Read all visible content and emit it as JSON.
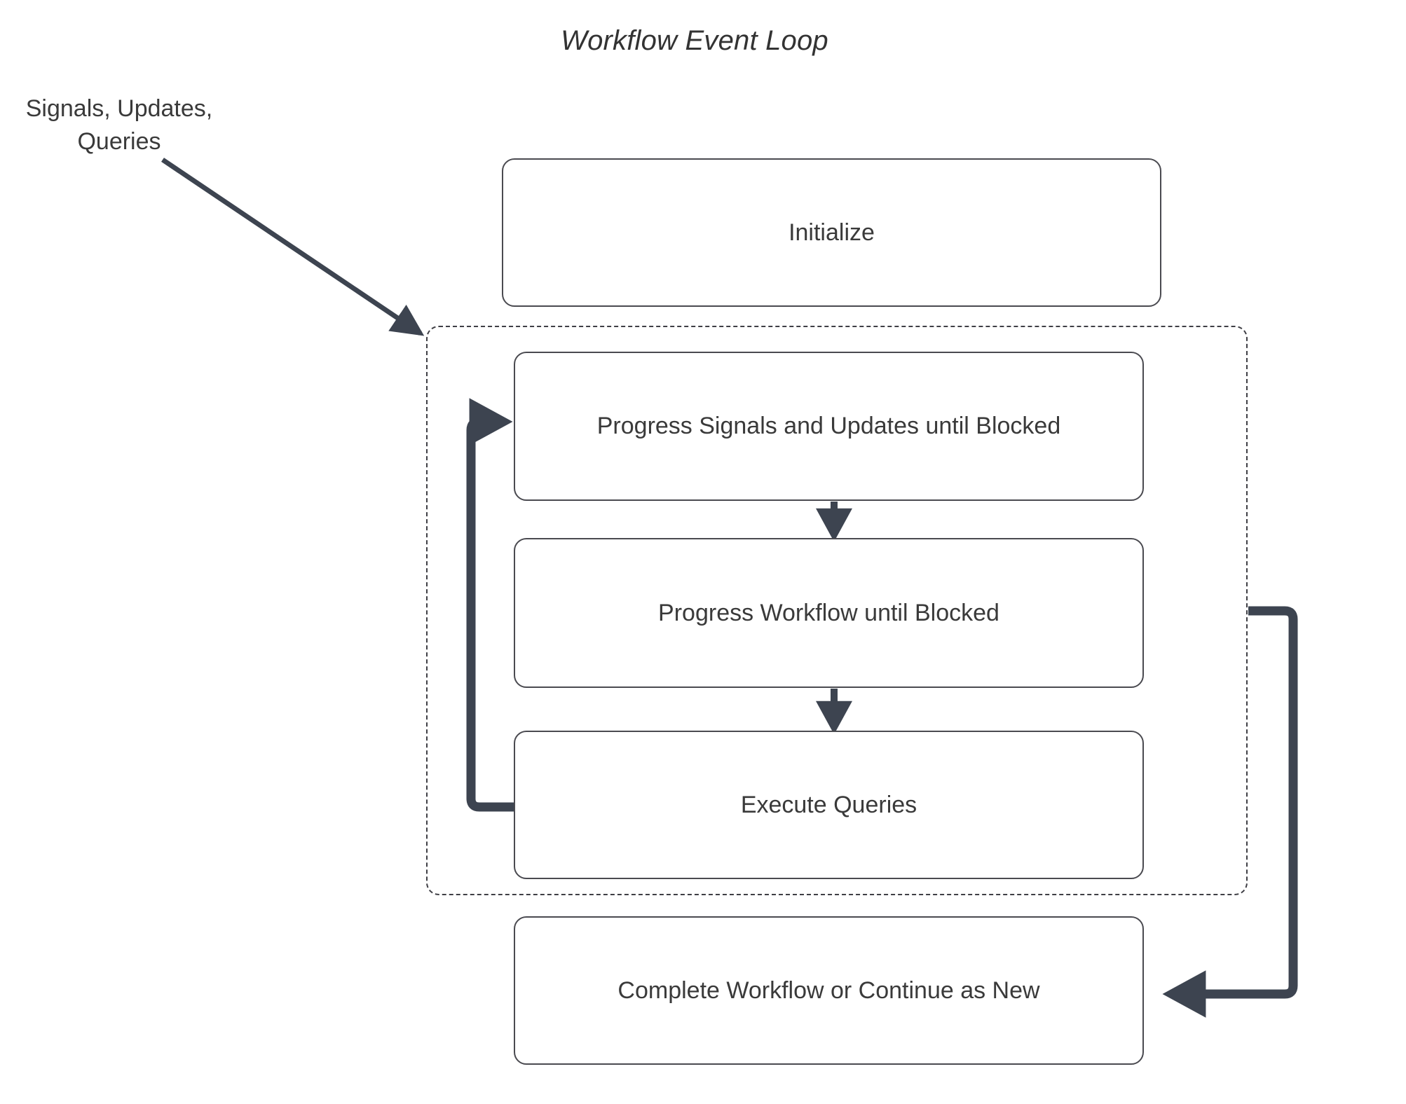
{
  "diagram": {
    "title": "Workflow Event Loop",
    "accent_color": "#3d4450",
    "node_border_color": "#4a4a50",
    "text_color": "#3a3a3a",
    "background_color": "#ffffff"
  },
  "external_label": {
    "text": "Signals, Updates,\nQueries"
  },
  "nodes": [
    {
      "id": "initialize",
      "label": "Initialize"
    },
    {
      "id": "progress-signals",
      "label": "Progress Signals and Updates until Blocked"
    },
    {
      "id": "progress-workflow",
      "label": "Progress Workflow until Blocked"
    },
    {
      "id": "execute-queries",
      "label": "Execute Queries"
    },
    {
      "id": "complete-workflow",
      "label": "Complete Workflow or Continue as New"
    }
  ],
  "loop_container": {
    "style": "dashed"
  },
  "edges": [
    {
      "id": "signals-into-loop",
      "from": "Signals, Updates, Queries",
      "to": "loop-container",
      "style": "solid-diagonal-arrow"
    },
    {
      "id": "signals-to-workflow",
      "from": "progress-signals",
      "to": "progress-workflow",
      "style": "solid-vertical-arrow"
    },
    {
      "id": "workflow-to-queries",
      "from": "progress-workflow",
      "to": "execute-queries",
      "style": "solid-vertical-arrow"
    },
    {
      "id": "queries-back-to-signals",
      "from": "execute-queries",
      "to": "progress-signals",
      "style": "thick-loopback-arrow"
    },
    {
      "id": "loop-to-complete",
      "from": "loop-container",
      "to": "complete-workflow",
      "style": "thick-loopback-arrow"
    }
  ]
}
